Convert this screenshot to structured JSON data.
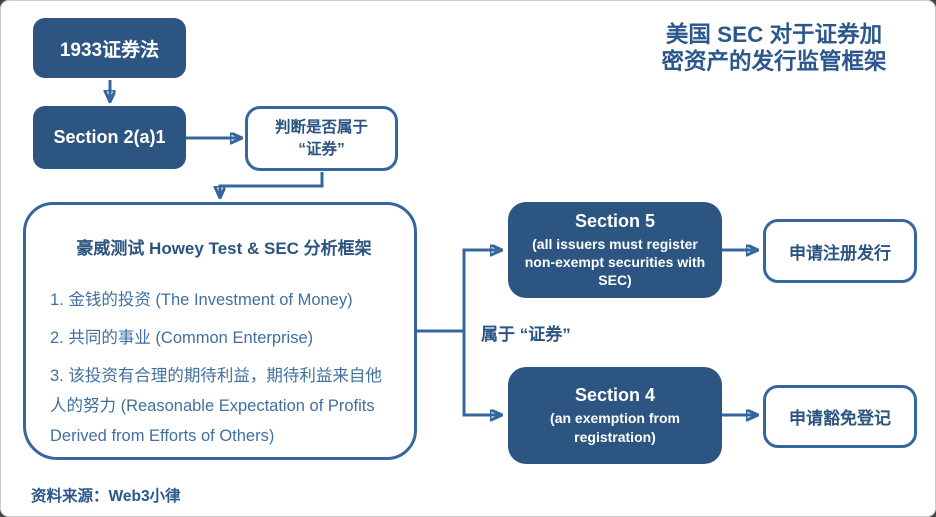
{
  "title": {
    "line1": "美国 SEC 对于证券加",
    "line2": "密资产的发行监管框架"
  },
  "flow": {
    "act1933": "1933证券法",
    "section2a1": "Section 2(a)1",
    "judge": {
      "line1": "判断是否属于",
      "line2": "“证券”"
    },
    "howey": {
      "header": "豪威测试 Howey Test & SEC 分析框架",
      "items": [
        "1. 金钱的投资 (The Investment of Money)",
        "2. 共同的事业 (Common Enterprise)",
        "3. 该投资有合理的期待利益，期待利益来自他人的努力 (Reasonable Expectation of Profits Derived from Efforts of Others)"
      ]
    },
    "branch_label": "属于 “证券”",
    "section5": {
      "title": "Section 5",
      "subtitle": "(all issuers must register non-exempt securities with SEC)"
    },
    "section4": {
      "title": "Section 4",
      "subtitle": "(an exemption from registration)"
    },
    "register": "申请注册发行",
    "exempt": "申请豁免登记"
  },
  "source": "资料来源：Web3小律",
  "colors": {
    "node_fill": "#2c5581",
    "line_and_border": "#35679e",
    "title_text": "#2b578c",
    "list_text": "#41709f",
    "background": "#ffffff"
  }
}
